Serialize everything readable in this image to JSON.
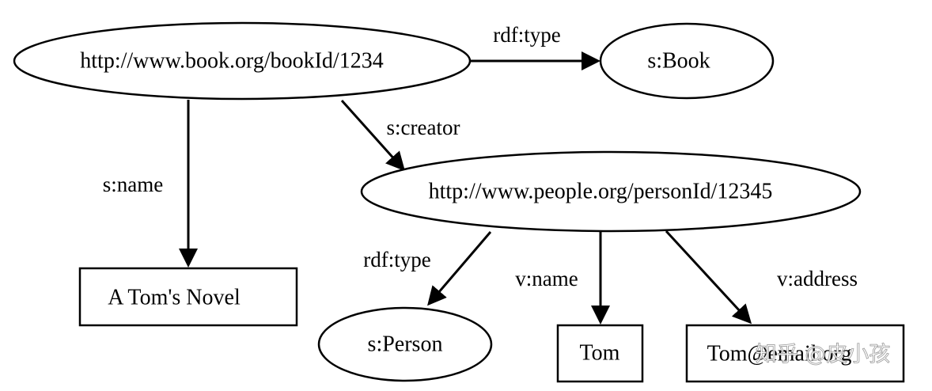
{
  "diagram": {
    "nodes": {
      "book_uri": "http://www.book.org/bookId/1234",
      "book_type": "s:Book",
      "person_uri": "http://www.people.org/personId/12345",
      "novel_name": "A Tom's Novel",
      "person_type": "s:Person",
      "person_name": "Tom",
      "person_email": "Tom@email.org"
    },
    "edges": {
      "book_rdf_type": "rdf:type",
      "book_creator": "s:creator",
      "book_name": "s:name",
      "person_rdf_type": "rdf:type",
      "person_v_name": "v:name",
      "person_v_address": "v:address"
    }
  },
  "watermark": {
    "text": "知乎 @皮小孩"
  }
}
